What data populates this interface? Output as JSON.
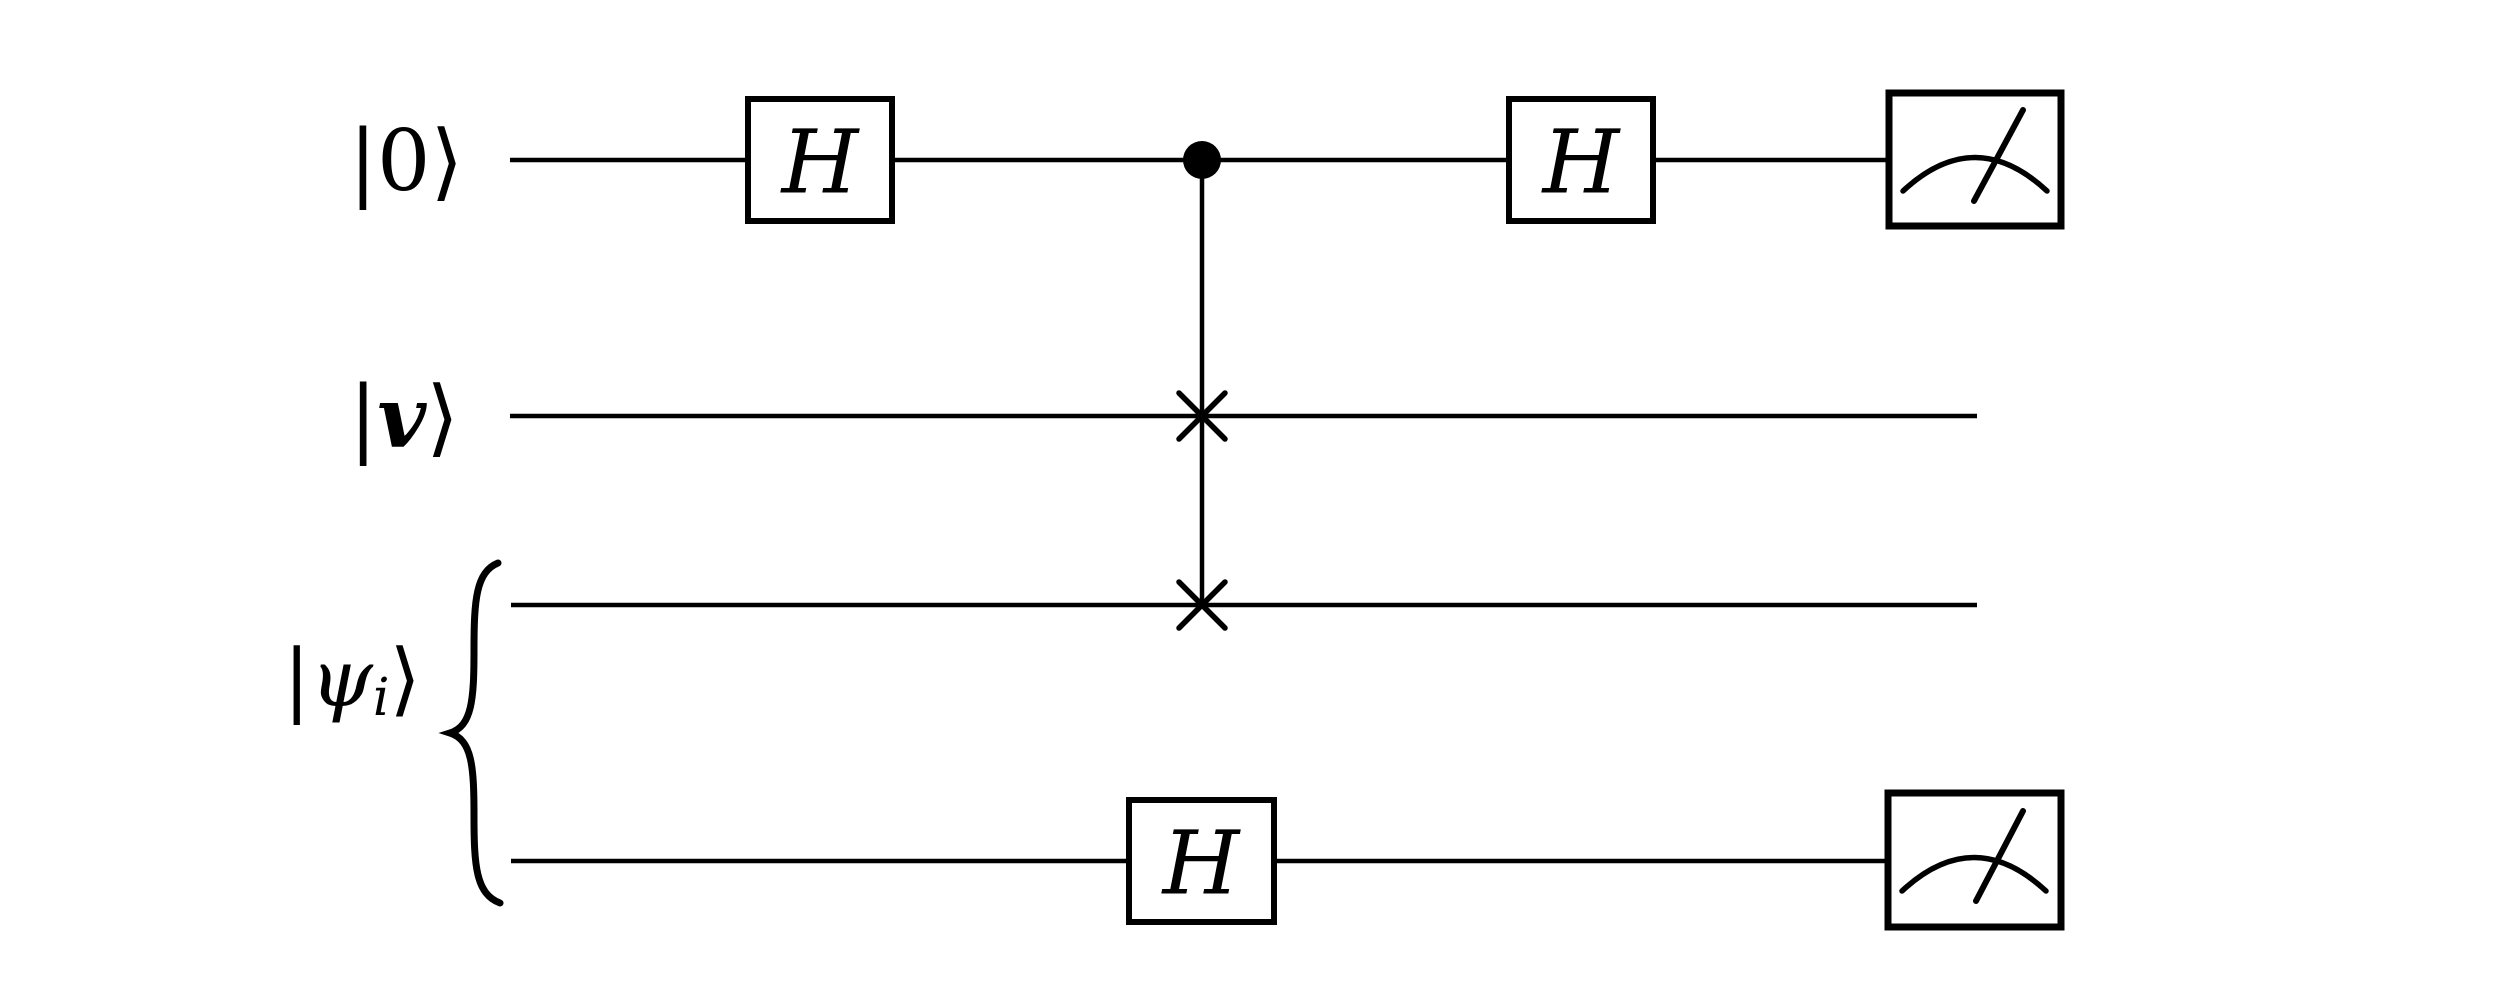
{
  "figure": {
    "kind": "quantum-circuit",
    "name": "swap-test-circuit",
    "background_color": "#ffffff",
    "ink_color": "#000000"
  },
  "labels": {
    "qubit_zero": "|0⟩",
    "qubit_v_open": "|",
    "qubit_v_letter": "v",
    "qubit_v_close": "⟩",
    "qubit_psi_open": "|",
    "qubit_psi_letter": "ψ",
    "qubit_psi_sub": "i",
    "qubit_psi_close": "⟩"
  },
  "gates": {
    "hadamard_top_first": "H",
    "hadamard_top_second": "H",
    "hadamard_bottom": "H"
  },
  "structure": {
    "wire_count": 4,
    "wires": [
      {
        "index": 0,
        "label": "|0⟩",
        "gates": [
          "H",
          "control-dot",
          "H",
          "measurement-meter"
        ]
      },
      {
        "index": 1,
        "label": "|v⟩",
        "gates": [
          "swap-cross"
        ]
      },
      {
        "index": 2,
        "label": "|ψi⟩ (grouped, upper)",
        "gates": [
          "swap-cross"
        ]
      },
      {
        "index": 3,
        "label": "|ψi⟩ (grouped, lower)",
        "gates": [
          "H",
          "measurement-meter"
        ]
      }
    ],
    "controlled_swap": {
      "control_wire": 0,
      "swap_wires": [
        1,
        2
      ]
    },
    "group_brace": {
      "label": "|ψi⟩",
      "covers_wires": [
        2,
        3
      ]
    },
    "measured_wires": [
      0,
      3
    ]
  }
}
